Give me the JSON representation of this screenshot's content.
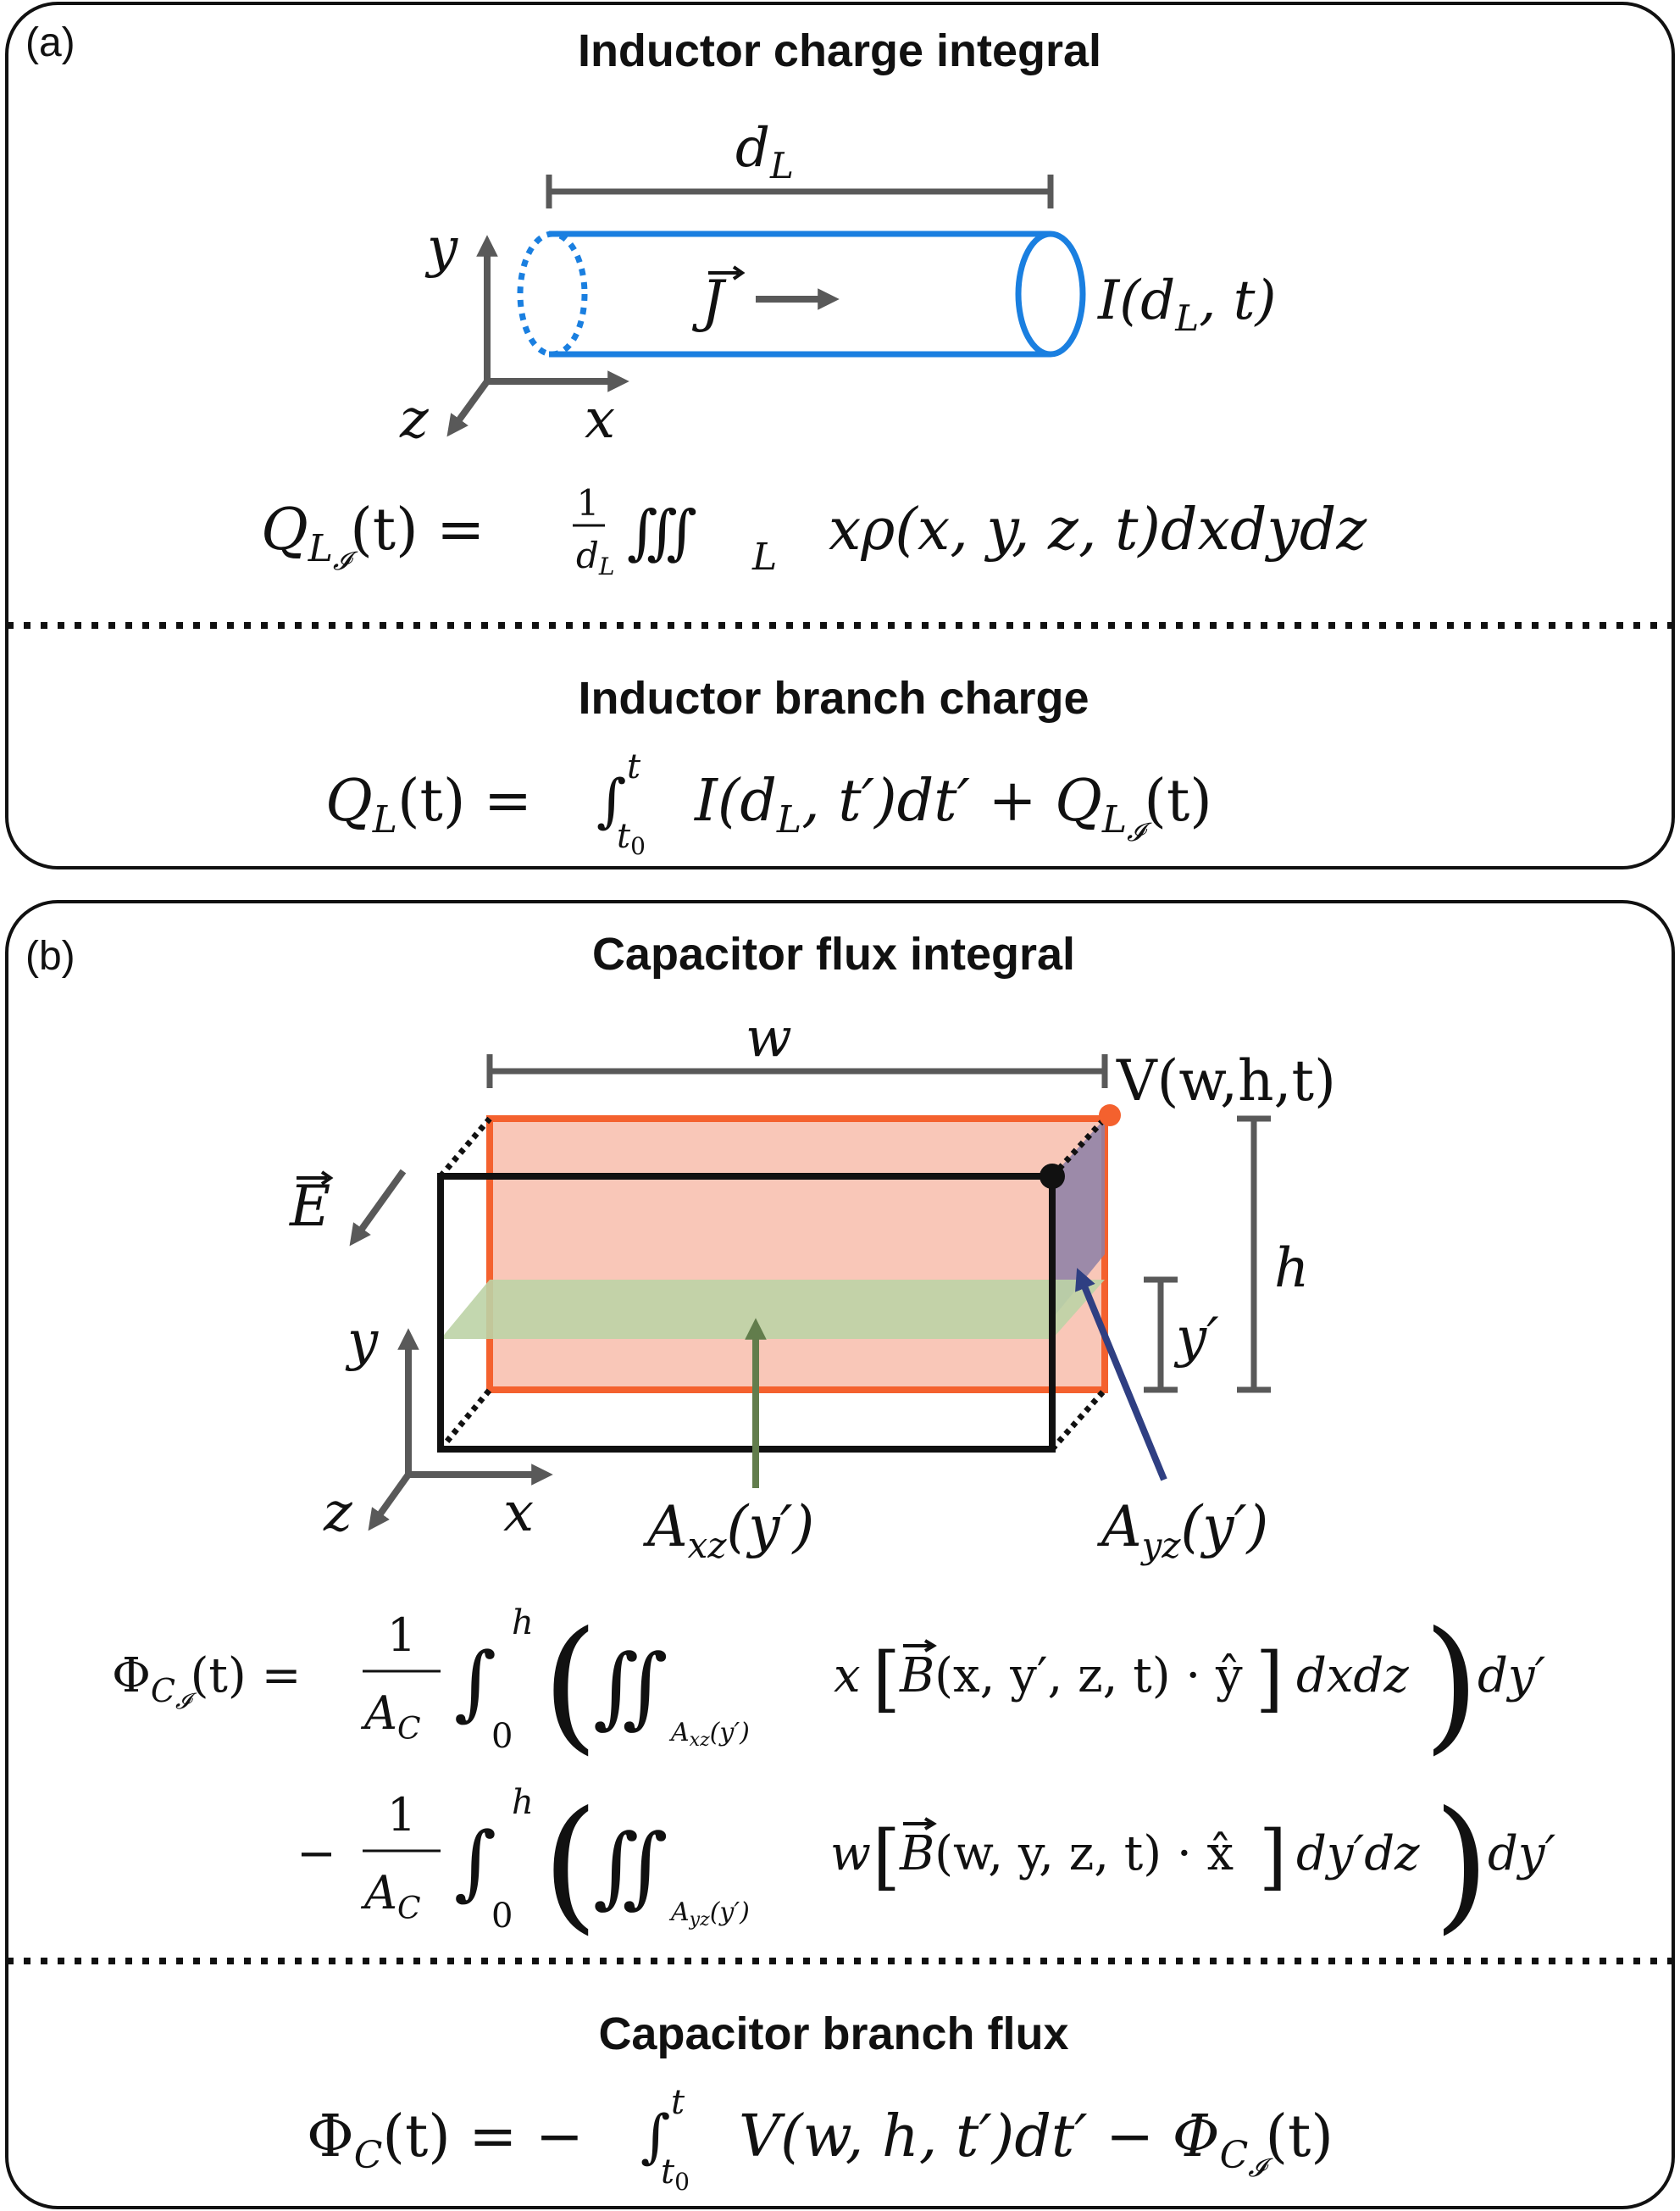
{
  "panel_a": {
    "tag": "(a)",
    "title": "Inductor charge integral",
    "dim_label": "d",
    "dim_sub": "L",
    "axis_y": "y",
    "axis_x": "x",
    "axis_z": "z",
    "current_vec": "J",
    "current_label": "I(d",
    "current_label_sub": "L",
    "current_label_end": ", t)",
    "eq1": {
      "lhs_Q": "Q",
      "lhs_sub": "L",
      "lhs_subsub": "𝓘",
      "lhs_tail": "(t) =",
      "frac_num": "1",
      "frac_den": "d",
      "frac_den_sub": "L",
      "integral": "∭",
      "int_sub": "L",
      "integrand": "xρ(x, y, z, t)dxdydz"
    },
    "subtitle": "Inductor branch charge",
    "eq2": {
      "lhs_Q": "Q",
      "lhs_sub": "L",
      "lhs_tail": "(t) =",
      "integral": "∫",
      "int_upper": "t",
      "int_lower": "t",
      "int_lower_sub": "0",
      "body": "I(d",
      "body_sub": "L",
      "body_tail": ", t′)dt′ + Q",
      "rhs_sub": "L",
      "rhs_subsub": "𝓘",
      "rhs_tail": "(t)"
    }
  },
  "panel_b": {
    "tag": "(b)",
    "title": "Capacitor flux integral",
    "dim_w": "w",
    "corner_label": "V(w,h,t)",
    "dim_h": "h",
    "dim_y": "y′",
    "field_vec": "E",
    "axis_y": "y",
    "axis_x": "x",
    "axis_z": "z",
    "area_xz": "A",
    "area_xz_sub": "xz",
    "area_xz_tail": "(y′)",
    "area_yz": "A",
    "area_yz_sub": "yz",
    "area_yz_tail": "(y′)",
    "eq1": {
      "lhs": "Φ",
      "lhs_sub": "C",
      "lhs_subsub": "𝓘",
      "lhs_tail": "(t) =",
      "frac_num": "1",
      "frac_den": "A",
      "frac_den_sub": "C",
      "int": "∫",
      "int_upper": "h",
      "int_lower": "0",
      "inner_int": "∬",
      "inner_sub": "A",
      "inner_sub_sub": "xz",
      "inner_sub_tail": "(y′)",
      "x_coef": "x",
      "B_vec": "B",
      "B_args": "(x, y′, z, t) · ŷ",
      "after_bracket": "dxdz",
      "outer_diff": "dy′"
    },
    "eq2": {
      "minus": "−",
      "frac_num": "1",
      "frac_den": "A",
      "frac_den_sub": "C",
      "int": "∫",
      "int_upper": "h",
      "int_lower": "0",
      "inner_int": "∬",
      "inner_sub": "A",
      "inner_sub_sub": "yz",
      "inner_sub_tail": "(y′)",
      "w_coef": "w",
      "B_vec": "B",
      "B_args": "(w, y, z, t) · x̂",
      "after_bracket": "dy′dz",
      "outer_diff": "dy′"
    },
    "subtitle": "Capacitor branch flux",
    "eq3": {
      "lhs": "Φ",
      "lhs_sub": "C",
      "lhs_tail": "(t) = −",
      "integral": "∫",
      "int_upper": "t",
      "int_lower": "t",
      "int_lower_sub": "0",
      "body": "V(w, h, t′)dt′ − Φ",
      "rhs_sub": "C",
      "rhs_subsub": "𝓘",
      "rhs_tail": "(t)"
    }
  },
  "colors": {
    "frame": "#111111",
    "gray": "#595959",
    "blue": "#1a7fe0",
    "orange": "#f4612e",
    "orange_fill": "#f9c7b8",
    "green_fill": "#bcd3a6",
    "green_arrow": "#627d4c",
    "navy": "#2f3f82",
    "purple_fill": "#8c7fa6"
  }
}
